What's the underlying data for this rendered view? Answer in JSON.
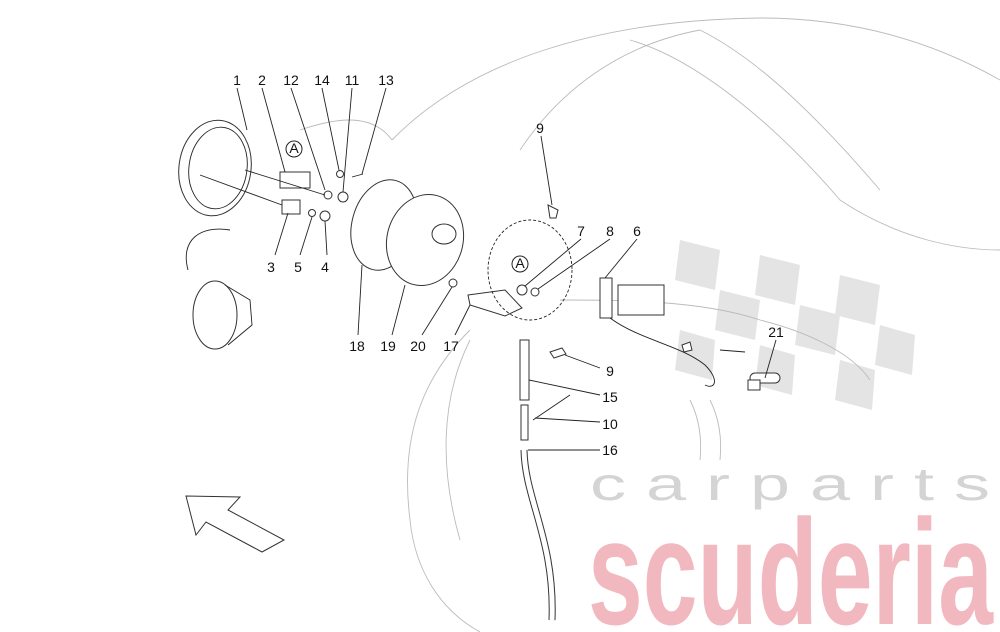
{
  "watermark": {
    "brand": "scuderia",
    "tagline": "c a r   p a r t s",
    "brand_color": "#f2b8bf"
  },
  "callouts": [
    {
      "id": "1",
      "text": "1"
    },
    {
      "id": "2",
      "text": "2"
    },
    {
      "id": "12",
      "text": "12"
    },
    {
      "id": "14",
      "text": "14"
    },
    {
      "id": "11",
      "text": "11"
    },
    {
      "id": "13",
      "text": "13"
    },
    {
      "id": "3",
      "text": "3"
    },
    {
      "id": "5",
      "text": "5"
    },
    {
      "id": "4",
      "text": "4"
    },
    {
      "id": "18",
      "text": "18"
    },
    {
      "id": "19",
      "text": "19"
    },
    {
      "id": "20",
      "text": "20"
    },
    {
      "id": "17",
      "text": "17"
    },
    {
      "id": "9a",
      "text": "9"
    },
    {
      "id": "7",
      "text": "7"
    },
    {
      "id": "8",
      "text": "8"
    },
    {
      "id": "6",
      "text": "6"
    },
    {
      "id": "21",
      "text": "21"
    },
    {
      "id": "9b",
      "text": "9"
    },
    {
      "id": "15",
      "text": "15"
    },
    {
      "id": "10",
      "text": "10"
    },
    {
      "id": "16",
      "text": "16"
    }
  ],
  "detail_markers": [
    {
      "text": "A"
    },
    {
      "text": "A"
    }
  ],
  "direction_arrow": "front-arrow"
}
